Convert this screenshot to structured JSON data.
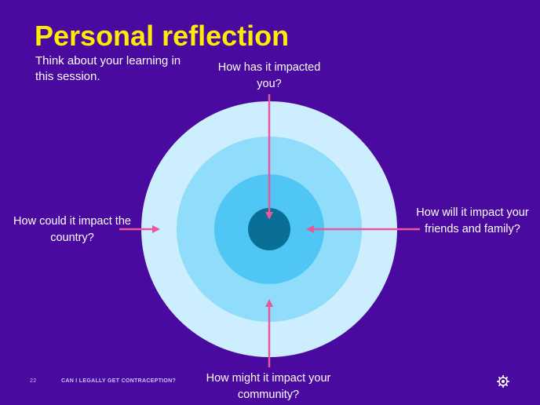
{
  "slide": {
    "title": "Personal reflection",
    "subtitle": "Think about your learning in this session.",
    "questions": {
      "top": "How has it impacted you?",
      "left": "How could it impact the country?",
      "right": "How will it impact your friends and family?",
      "bottom": "How might it impact your community?"
    },
    "footer": {
      "page_number": "22",
      "text": "CAN I LEGALLY GET CONTRACEPTION?"
    }
  },
  "colors": {
    "background": "#4a0aa0",
    "title": "#ffeb00",
    "ring_outer": "#cceeff",
    "ring_middle": "#8fdcfb",
    "ring_inner": "#4fc6f4",
    "core": "#0a6f96",
    "arrow": "#e8569b"
  },
  "icons": {
    "footer_icon": "gear-icon"
  }
}
